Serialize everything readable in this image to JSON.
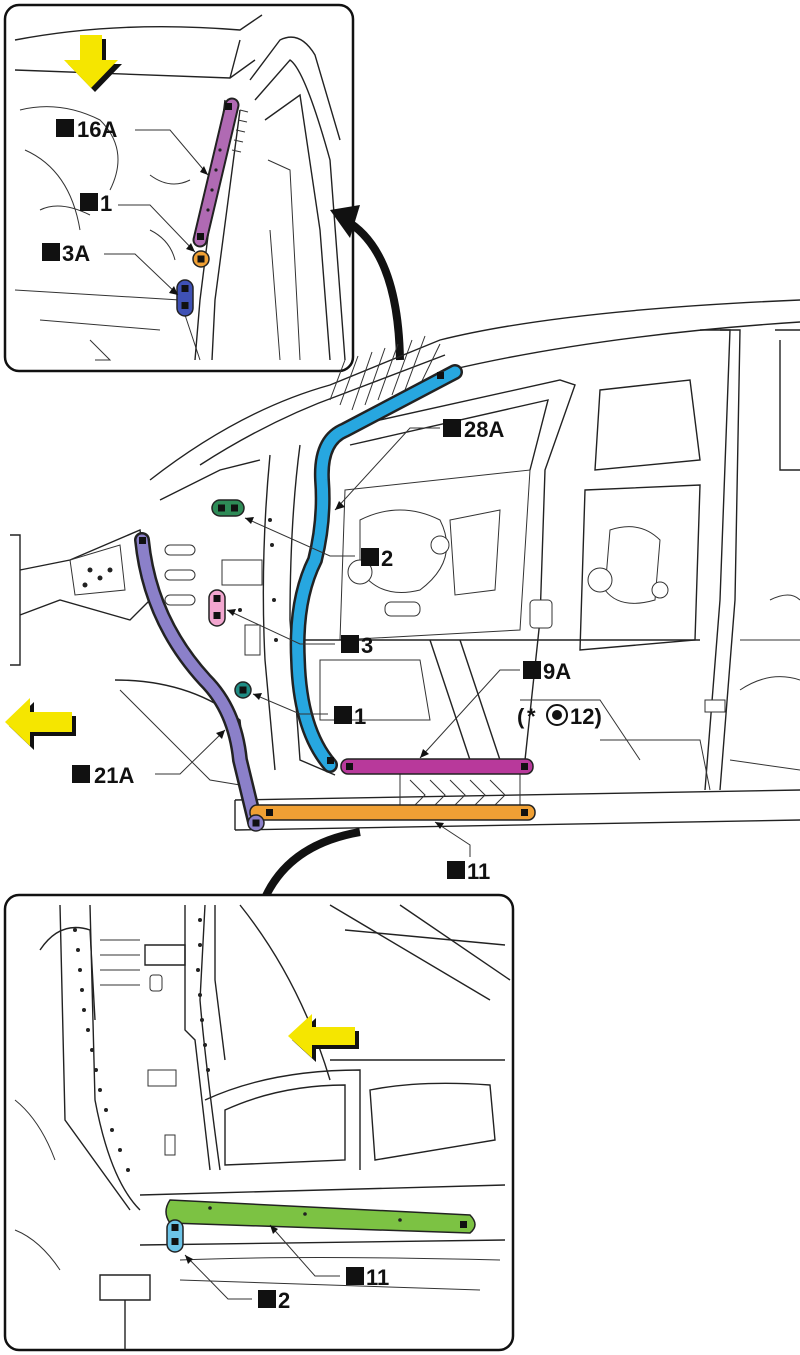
{
  "colors": {
    "pillar_16A": "#b06ab3",
    "sill_9A": "#b8399b",
    "pillar_28A": "#27a7e0",
    "pillar_21A": "#8b80c9",
    "sill_11": "#f0a034",
    "inner_sill_11": "#7cc243",
    "spot_1": "#f0a034",
    "spot_3A": "#3f51b5",
    "spot_2": "#2e8b57",
    "spot_3": "#f2a6cf",
    "spot_1_lower": "#1f8c84",
    "spot_2_inset": "#6cc4e8",
    "arrow_yellow": "#f5e600",
    "arrow_black": "#111111"
  },
  "top_inset": {
    "labels": {
      "a": "16A",
      "b": "1",
      "c": "3A"
    }
  },
  "main": {
    "labels": {
      "l28A": "28A",
      "l2": "2",
      "l3": "3",
      "l9A": "9A",
      "l1": "1",
      "l21A": "21A",
      "l11": "11",
      "l12_open": "(",
      "l12_star": "*",
      "l12_num": "12)"
    }
  },
  "bottom_inset": {
    "labels": {
      "a": "11",
      "b": "2"
    }
  }
}
